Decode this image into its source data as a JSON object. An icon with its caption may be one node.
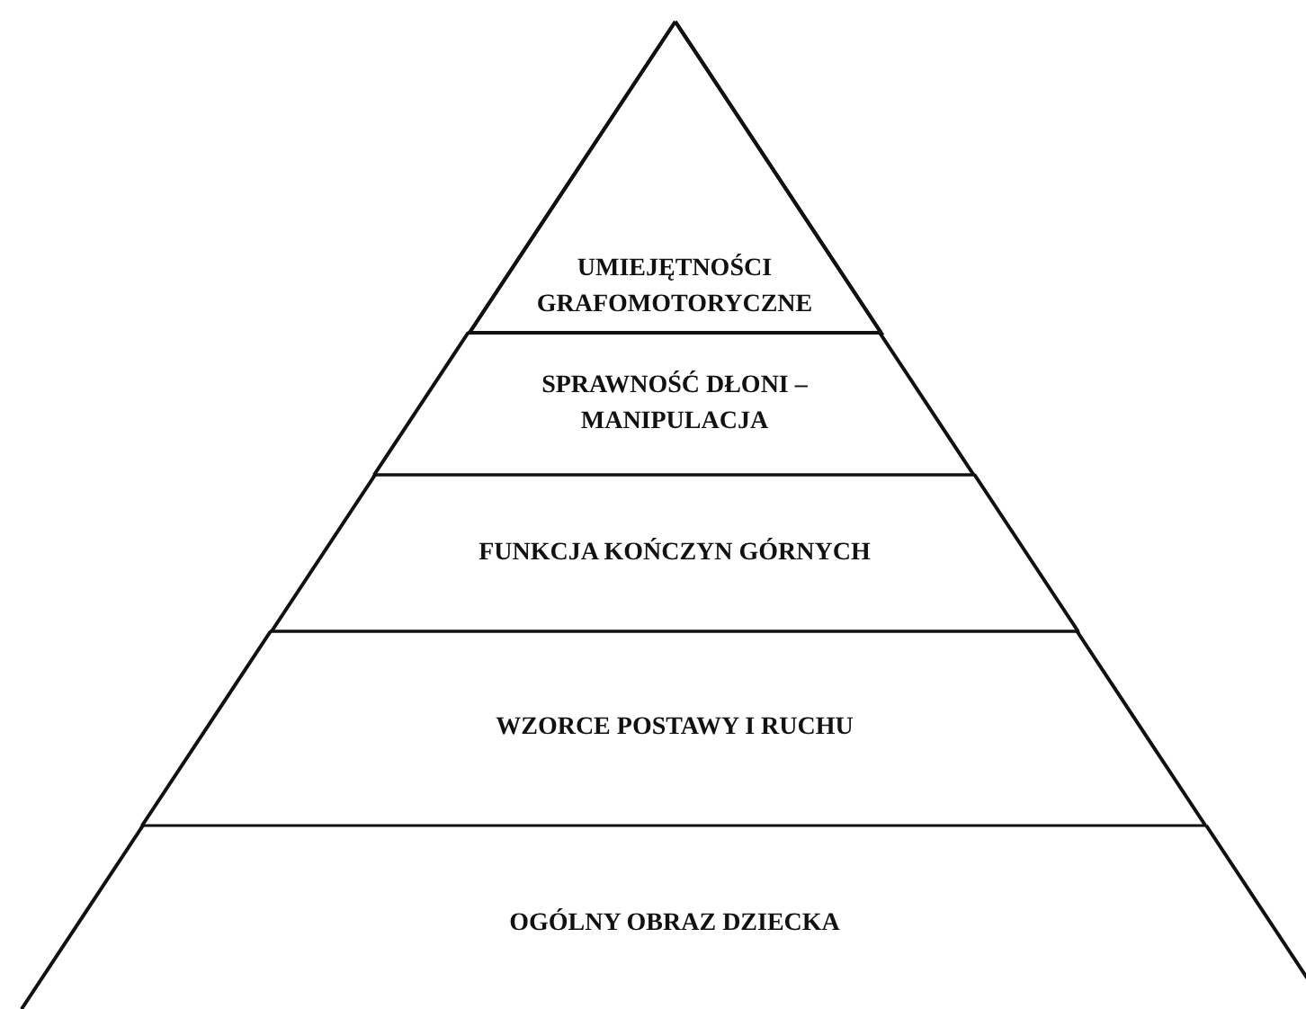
{
  "diagram": {
    "nodes": [
      {
        "text": [
          "UMIEJĘTNOŚCI GRAFOMOTORYCZNE"
        ]
      },
      {
        "text": [
          "SPRAWNOŚĆ DŁONI – MANIPULACJA"
        ]
      },
      {
        "text": [
          "FUNKCJA KOŃCZYN GÓRNYCH"
        ]
      },
      {
        "text": [
          "WZORCE POSTAWY I RUCHU"
        ]
      },
      {
        "text": [
          "OGÓLNY OBRAZ DZIECKA"
        ]
      }
    ]
  }
}
